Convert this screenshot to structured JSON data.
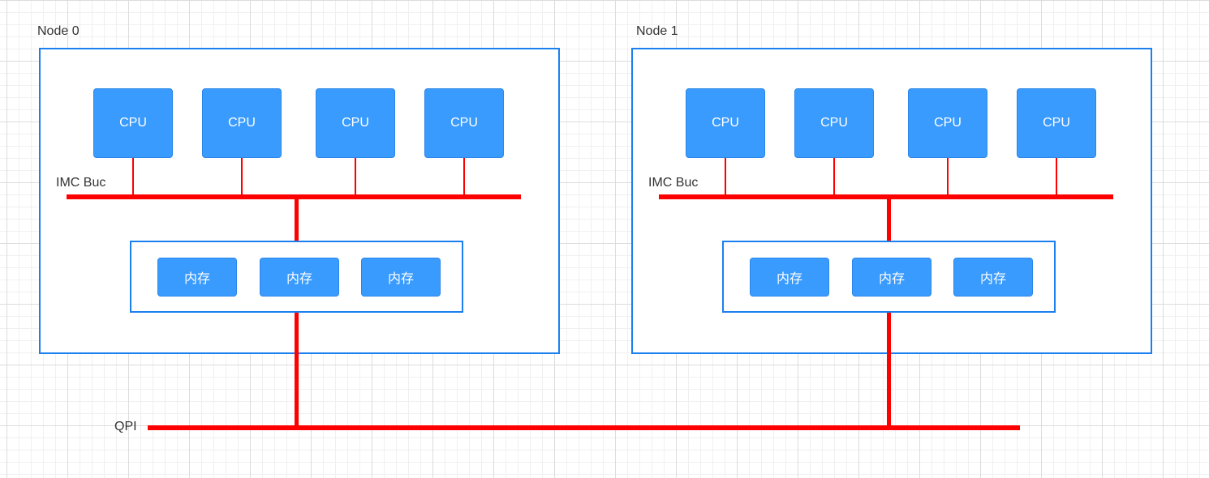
{
  "nodes": [
    {
      "label": "Node 0",
      "bus_label": "IMC Buc",
      "cpus": [
        "CPU",
        "CPU",
        "CPU",
        "CPU"
      ],
      "memories": [
        "内存",
        "内存",
        "内存"
      ]
    },
    {
      "label": "Node 1",
      "bus_label": "IMC Buc",
      "cpus": [
        "CPU",
        "CPU",
        "CPU",
        "CPU"
      ],
      "memories": [
        "内存",
        "内存",
        "内存"
      ]
    }
  ],
  "interconnect": {
    "label": "QPI"
  },
  "colors": {
    "box_border": "#1c7ff0",
    "component_fill": "#3a9bff",
    "bus": "#ff0000"
  }
}
